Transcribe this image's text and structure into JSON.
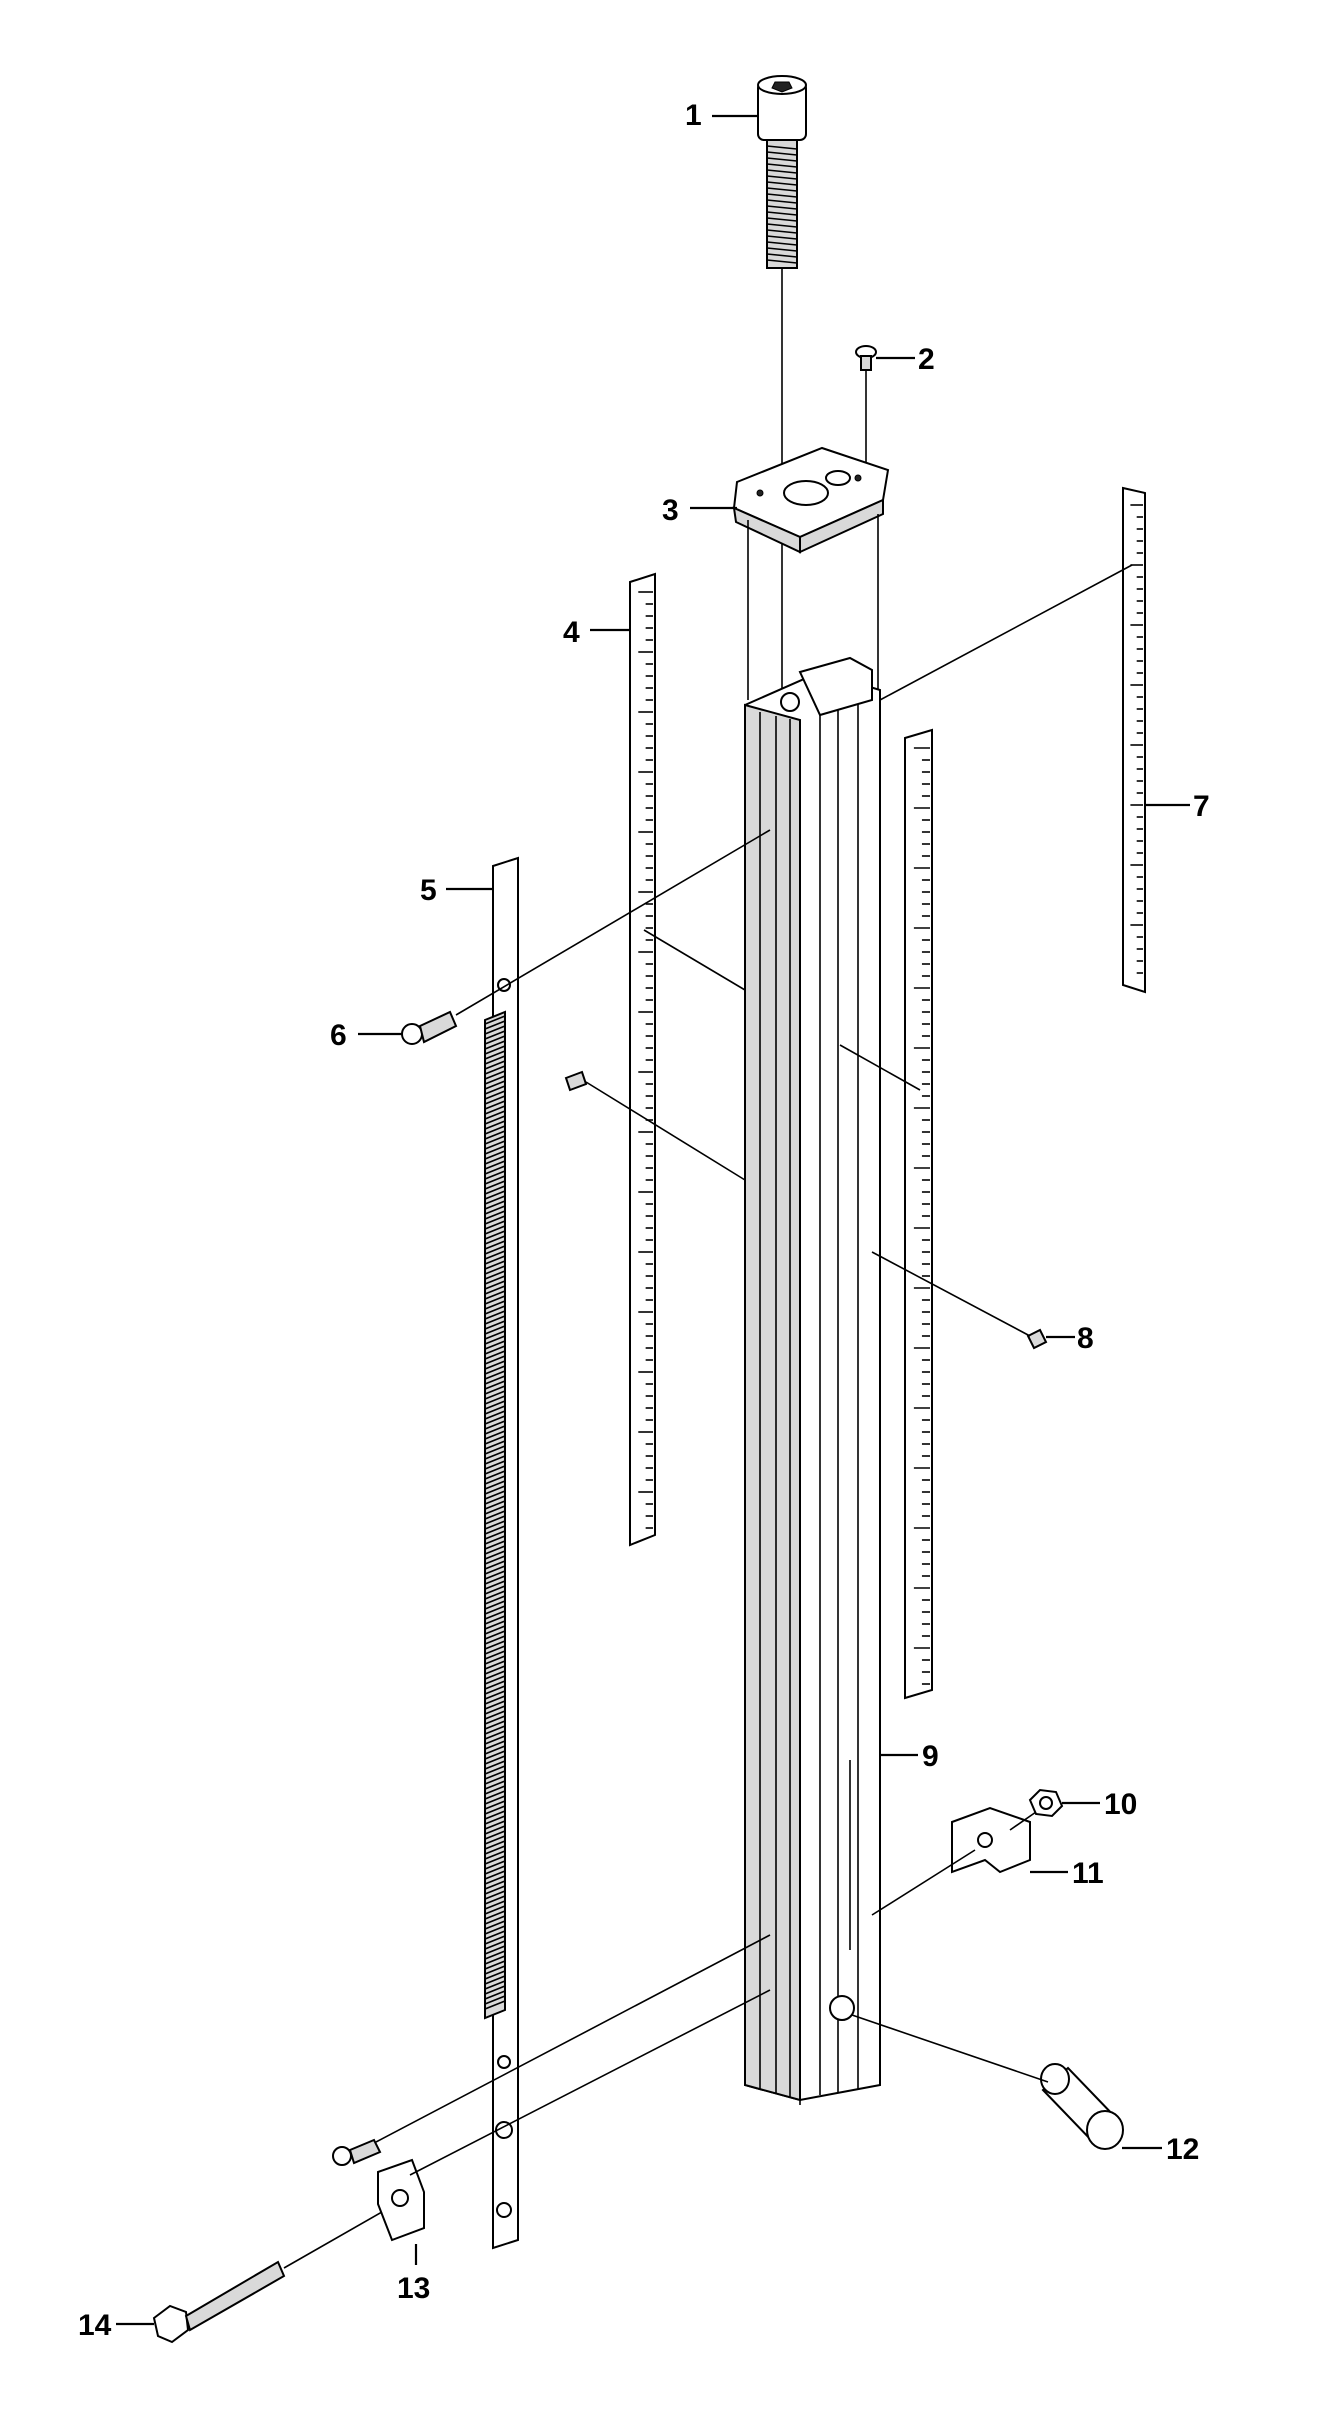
{
  "callouts": [
    {
      "id": "1",
      "text": "1"
    },
    {
      "id": "2",
      "text": "2"
    },
    {
      "id": "3",
      "text": "3"
    },
    {
      "id": "4",
      "text": "4"
    },
    {
      "id": "5",
      "text": "5"
    },
    {
      "id": "6",
      "text": "6"
    },
    {
      "id": "7",
      "text": "7"
    },
    {
      "id": "8",
      "text": "8"
    },
    {
      "id": "9",
      "text": "9"
    },
    {
      "id": "10",
      "text": "10"
    },
    {
      "id": "11",
      "text": "11"
    },
    {
      "id": "12",
      "text": "12"
    },
    {
      "id": "13",
      "text": "13"
    },
    {
      "id": "14",
      "text": "14"
    }
  ]
}
